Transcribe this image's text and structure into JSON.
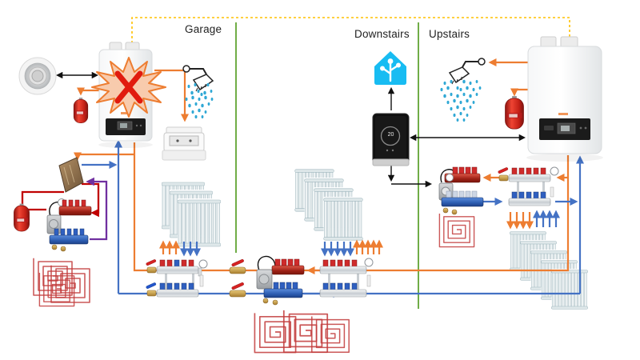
{
  "zones": [
    {
      "label": "Garage"
    },
    {
      "label": "Downstairs"
    },
    {
      "label": "Upstairs"
    }
  ],
  "thermostat": {
    "display_value": "20"
  },
  "icons": [
    "home-assistant-logo",
    "boiler-fault-starburst",
    "shower-icon",
    "radiator-icon",
    "underfloor-coil-icon",
    "expansion-vessel-icon",
    "flue-terminal-icon",
    "manifold-icon",
    "thermostat-icon",
    "utility-sink-icon"
  ],
  "colors": {
    "flow_orange": "#ED7D31",
    "return_blue": "#4472C4",
    "primary_red": "#C00000",
    "loop_purple": "#7030A0",
    "zone_green": "#70AD47",
    "flue_yellow": "#FFC000",
    "ha_blue": "#18BCF2",
    "fault_red": "#E11B0E",
    "ufh_coil_red": "#C23B3B",
    "water_drop_blue": "#2FA8D5"
  }
}
